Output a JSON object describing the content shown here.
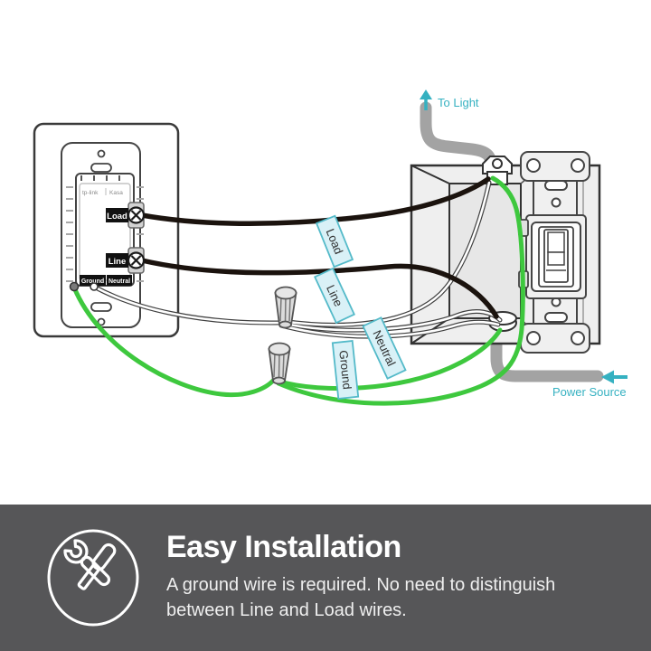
{
  "diagram": {
    "to_light_label": "To Light",
    "power_source_label": "Power Source",
    "wire_tags": {
      "load": "Load",
      "line": "Line",
      "neutral": "Neutral",
      "ground": "Ground"
    },
    "device": {
      "brand": "tp-link",
      "product": "Kasa",
      "label_load": "Load",
      "label_line": "Line",
      "label_ground": "Ground",
      "label_neutral": "Neutral"
    },
    "colors": {
      "accent_teal": "#35b1c1",
      "ground_green": "#3ec83e",
      "hot_wire_black": "#1b130e",
      "neutral_white": "#ffffff",
      "conduit_gray": "#a3a3a3",
      "tag_bg": "#d9f1f7",
      "tag_border": "#54bac9"
    }
  },
  "banner": {
    "title": "Easy Installation",
    "subtitle_line1": "A ground wire is required. No need to distinguish",
    "subtitle_line2": "between Line and Load wires.",
    "background": "#565658",
    "icon": "tools-icon"
  }
}
